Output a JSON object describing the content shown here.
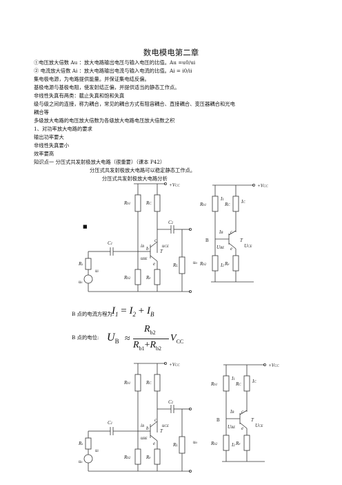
{
  "doc": {
    "title": "数电模电第二章",
    "lines": [
      "①电压放大倍数 Au ：放大电路输出电压与输入电压的比值。Au =u0/ui",
      "②  电流放大倍数 Ai ：放大电路输出电流与输入电流的比值。Ai = i0/ii",
      "集电极电源，为电路提供能量。并保证集电结反偏。",
      "基极电源与基极电阻，使发射结正偏，并提供适当的静态工作点。",
      "非线性失真有两类：截止失真和饱和失真",
      "级与级之间的连接，称为耦合，常见的耦合方式有阻容耦合、直接耦合、变压器耦合和光电",
      "耦合等",
      "多级放大电路的电压放大倍数为各级放大电路电压放大倍数之积",
      "1、对功率放大电路的要求",
      "输出功率要大",
      "非线性失真要小",
      "效率要高",
      "知识点一  分压式共发射极放大电路（很重要）（课本 P42）",
      "分压式共发射极放大电路可以稳定静态工作点。",
      "分压式共发射极放大电路分析"
    ],
    "eq1_label": "B 点的电流方程为:",
    "eq2_label": "B 点的电位:"
  },
  "circuit": {
    "vcc": "+V",
    "vcc_sub": "CC",
    "rb1": "R",
    "rb1_sub": "b1",
    "rb2": "R",
    "rb2_sub": "b2",
    "rc": "R",
    "rc_sub": "C",
    "re": "R",
    "re_sub": "e",
    "rl": "R",
    "rl_sub": "L",
    "rs": "R",
    "rs_sub": "s",
    "c1": "C",
    "c1_sub": "1",
    "c2": "C",
    "c2_sub": "2",
    "ib": "i",
    "ib_sub": "B",
    "ic": "i",
    "ic_sub": "C",
    "uce": "u",
    "uce_sub": "CE",
    "ube": "u",
    "ube_sub": "BE",
    "ui": "u",
    "ui_sub": "i",
    "uo": "u",
    "uo_sub": "o",
    "us": "u",
    "us_sub": "s",
    "t": "T",
    "b": "b",
    "c": "c",
    "e": "e",
    "I1": "I",
    "I1_sub": "1",
    "I2": "I",
    "I2_sub": "2",
    "IB": "I",
    "IB_sub": "B",
    "IC": "I",
    "IC_sub": "C",
    "UCE": "U",
    "UCE_sub": "CE",
    "UBE": "U",
    "UBE_sub": "BE",
    "B": "B"
  },
  "equations": {
    "eq1_lhs": "I",
    "eq1_lhs_sub": "1",
    "eq1_eq": "=",
    "eq1_t1": "I",
    "eq1_t1_sub": "2",
    "eq1_plus": "+",
    "eq1_t2": "I",
    "eq1_t2_sub": "B",
    "eq2_lhs": "U",
    "eq2_lhs_sub": "B",
    "eq2_approx": "≈",
    "eq2_num": "R",
    "eq2_num_sub": "b2",
    "eq2_den1": "R",
    "eq2_den1_sub": "b1",
    "eq2_den_plus": "+",
    "eq2_den2": "R",
    "eq2_den2_sub": "b2",
    "eq2_v": "V",
    "eq2_v_sub": "CC"
  }
}
